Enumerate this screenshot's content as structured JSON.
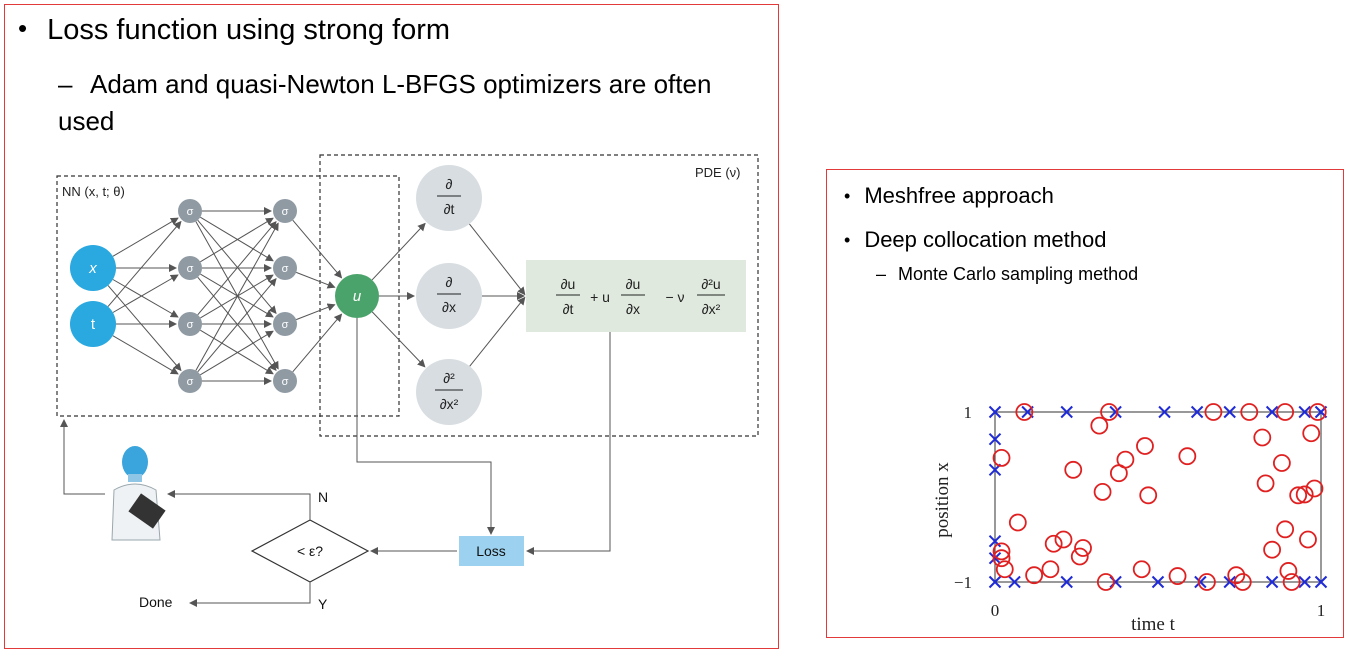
{
  "left_slide": {
    "bullet": "Loss function using strong form",
    "sub_bullet": "Adam and quasi-Newton L-BFGS optimizers are often used",
    "bullet_marker": "•",
    "sub_marker": "–"
  },
  "diagram": {
    "nn_label": "NN (x, t; θ)",
    "pde_label": "PDE (ν)",
    "input_x": "x",
    "input_t": "t",
    "sigma": "σ",
    "output_u": "u",
    "d_dt": "∂ / ∂t",
    "d_dx": "∂ / ∂x",
    "d2_dx2": "∂² / ∂x²",
    "pde_equation": "∂u/∂t + u ∂u/∂x − ν ∂²u/∂x²",
    "loss": "Loss",
    "decision": "< ε?",
    "no": "N",
    "yes": "Y",
    "done": "Done",
    "colors": {
      "input": "#2aa8e0",
      "sigma": "#8f9aa3",
      "output": "#4aa36a",
      "derivative": "#d8dde1",
      "pde_box": "#dfe9dd",
      "loss_box": "#9cd2ef"
    }
  },
  "right_slide": {
    "bullets": [
      "Meshfree approach",
      "Deep collocation method"
    ],
    "sub_bullet": "Monte Carlo sampling method",
    "bullet_marker": "•",
    "sub_marker": "–"
  },
  "chart_data": {
    "type": "scatter",
    "xlabel": "time t",
    "ylabel": "position x",
    "xlim": [
      0,
      1
    ],
    "ylim": [
      -1,
      1
    ],
    "x_ticks": [
      "0",
      "1"
    ],
    "y_ticks": [
      "1",
      "−1"
    ],
    "series": [
      {
        "marker": "cross",
        "color": "#1f2bd6",
        "points": [
          [
            0,
            1
          ],
          [
            0.1,
            1
          ],
          [
            0.22,
            1
          ],
          [
            0.37,
            1
          ],
          [
            0.52,
            1
          ],
          [
            0.62,
            1
          ],
          [
            0.72,
            1
          ],
          [
            0.85,
            1
          ],
          [
            0.95,
            1
          ],
          [
            1,
            1
          ],
          [
            0,
            -1
          ],
          [
            0.06,
            -1
          ],
          [
            0.22,
            -1
          ],
          [
            0.37,
            -1
          ],
          [
            0.5,
            -1
          ],
          [
            0.63,
            -1
          ],
          [
            0.72,
            -1
          ],
          [
            0.85,
            -1
          ],
          [
            0.95,
            -1
          ],
          [
            1,
            -1
          ],
          [
            0,
            0.68
          ],
          [
            0,
            0.32
          ],
          [
            0,
            -0.52
          ],
          [
            0,
            -0.72
          ]
        ]
      },
      {
        "marker": "circle",
        "color": "#e02020",
        "points": [
          [
            0.09,
            1
          ],
          [
            0.35,
            1
          ],
          [
            0.67,
            1
          ],
          [
            0.78,
            1
          ],
          [
            0.89,
            1
          ],
          [
            0.99,
            1
          ],
          [
            0.32,
            0.84
          ],
          [
            0.82,
            0.7
          ],
          [
            0.97,
            0.75
          ],
          [
            0.02,
            0.46
          ],
          [
            0.46,
            0.6
          ],
          [
            0.59,
            0.48
          ],
          [
            0.4,
            0.44
          ],
          [
            0.24,
            0.32
          ],
          [
            0.38,
            0.28
          ],
          [
            0.33,
            0.06
          ],
          [
            0.47,
            0.02
          ],
          [
            0.93,
            0.02
          ],
          [
            0.88,
            0.4
          ],
          [
            0.83,
            0.16
          ],
          [
            0.98,
            0.1
          ],
          [
            0.95,
            0.03
          ],
          [
            0.07,
            -0.3
          ],
          [
            0.27,
            -0.6
          ],
          [
            0.21,
            -0.5
          ],
          [
            0.18,
            -0.55
          ],
          [
            0.26,
            -0.7
          ],
          [
            0.85,
            -0.62
          ],
          [
            0.89,
            -0.38
          ],
          [
            0.96,
            -0.5
          ],
          [
            0.02,
            -0.64
          ],
          [
            0.02,
            -0.72
          ],
          [
            0.03,
            -0.85
          ],
          [
            0.12,
            -0.92
          ],
          [
            0.17,
            -0.85
          ],
          [
            0.45,
            -0.85
          ],
          [
            0.56,
            -0.93
          ],
          [
            0.74,
            -0.92
          ],
          [
            0.9,
            -0.87
          ],
          [
            0.65,
            -1
          ],
          [
            0.34,
            -1
          ],
          [
            0.76,
            -1
          ],
          [
            0.91,
            -1
          ]
        ]
      }
    ]
  }
}
